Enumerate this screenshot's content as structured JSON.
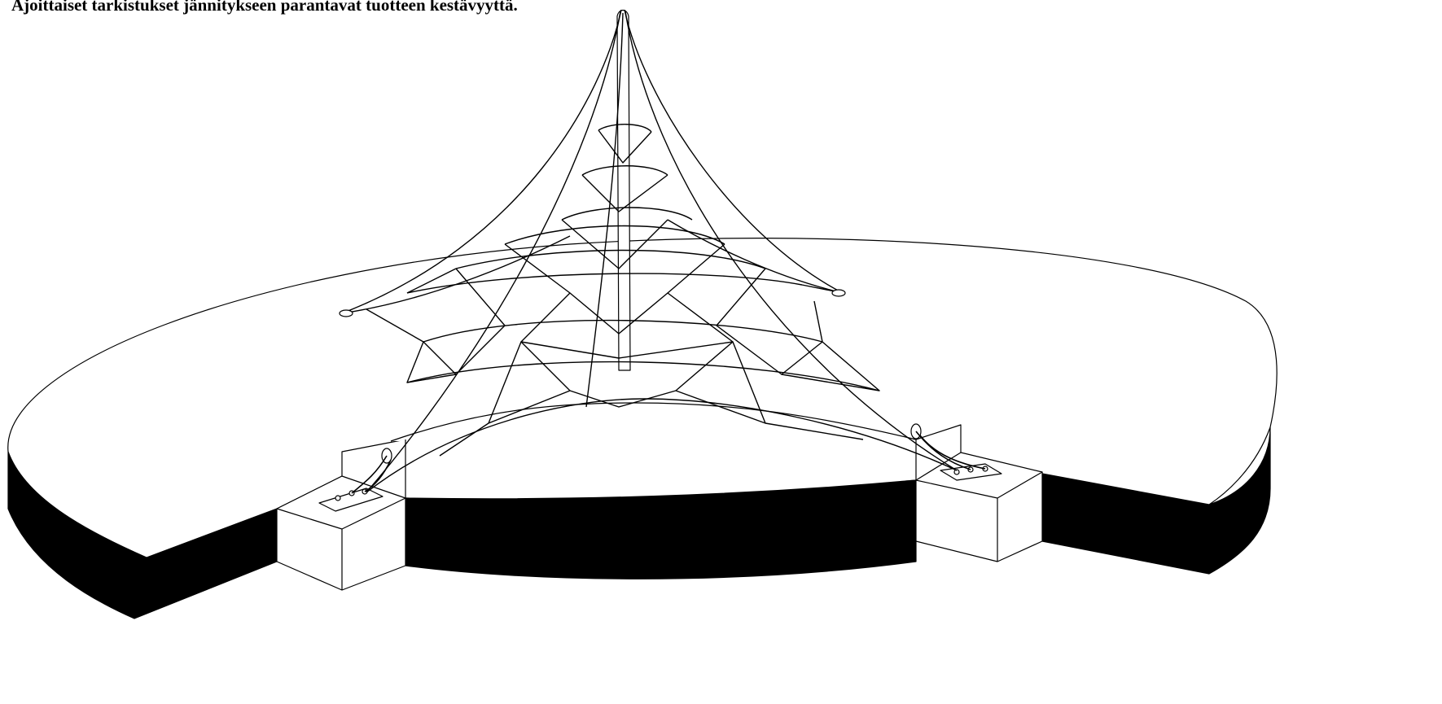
{
  "caption": "Ajoittaiset tarkistukset jännitykseen parantavat tuotteen kestävyyttä.",
  "illustration": {
    "subject": "rope net pyramid",
    "parts": [
      "foundation-disc",
      "center-mast",
      "rope-net",
      "anchor-block-left",
      "anchor-block-right",
      "anchor-plate-left",
      "anchor-plate-right"
    ]
  },
  "colors": {
    "line": "#000000",
    "fill": "#ffffff",
    "shadow": "#000000"
  }
}
